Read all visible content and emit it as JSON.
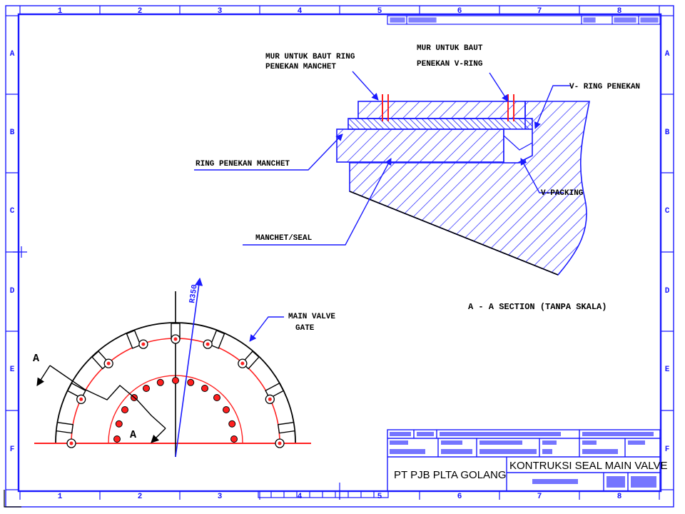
{
  "colors": {
    "frame": "#1a1aff",
    "hatch": "#1a1aff",
    "text": "#000000",
    "red": "#ff2020",
    "black": "#000000",
    "paper": "#ffffff"
  },
  "border": {
    "columns": [
      "1",
      "2",
      "3",
      "4",
      "5",
      "6",
      "7",
      "8"
    ],
    "rows": [
      "A",
      "B",
      "C",
      "D",
      "E",
      "F"
    ]
  },
  "section": {
    "labels": {
      "mur_ring_manchet_1": "MUR UNTUK BAUT RING",
      "mur_ring_manchet_2": "PENEKAN MANCHET",
      "mur_v_ring_1": "MUR UNTUK BAUT",
      "mur_v_ring_2": "PENEKAN V-RING",
      "v_ring_penekan": "V- RING PENEKAN",
      "ring_penekan_manchet": "RING PENEKAN MANCHET",
      "v_packing": "V-PACKING",
      "manchet_seal": "MANCHET/SEAL"
    },
    "caption": "A - A SECTION (TANPA SKALA)"
  },
  "gate_view": {
    "main_valve_1": "MAIN VALVE",
    "main_valve_2": "GATE",
    "section_mark": "A",
    "dim": "R350"
  },
  "title_block": {
    "company": "PT PJB PLTA GOLANG",
    "title": "KONTRUKSI SEAL MAIN VALVE"
  }
}
